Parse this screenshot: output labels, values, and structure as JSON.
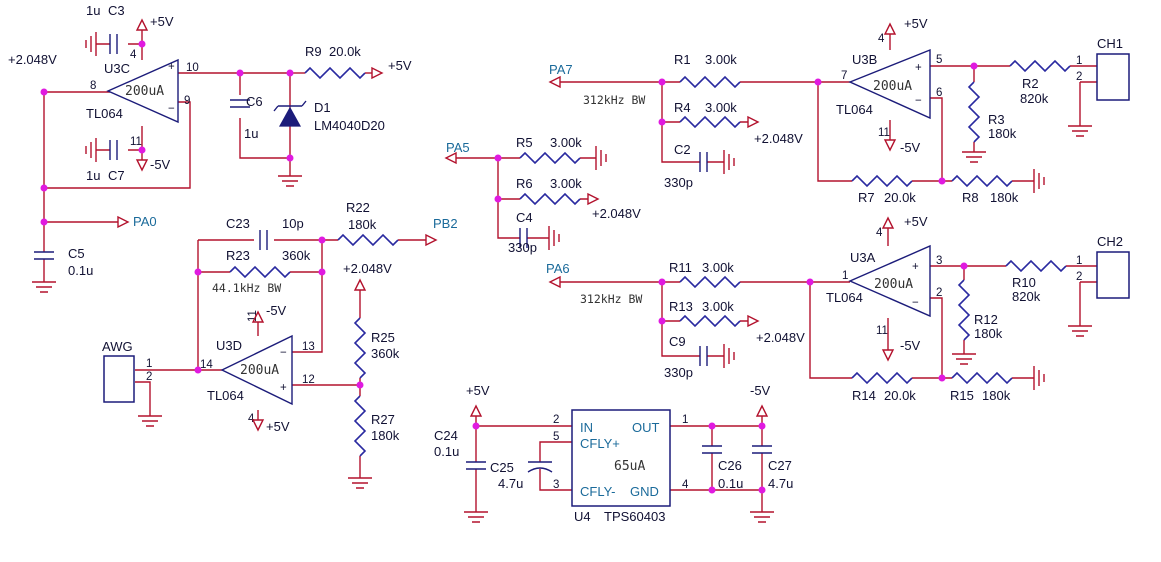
{
  "opamps": {
    "u3c": {
      "ref": "U3C",
      "part": "TL064",
      "current": "200uA",
      "pin_in_plus": "10",
      "pin_in_minus": "9",
      "pin_out": "8",
      "pin_vp": "4",
      "pin_vn": "11"
    },
    "u3d": {
      "ref": "U3D",
      "part": "TL064",
      "current": "200uA",
      "pin_in_plus": "12",
      "pin_in_minus": "13",
      "pin_out": "14",
      "pin_vp": "4",
      "pin_vn": "11"
    },
    "u3b": {
      "ref": "U3B",
      "part": "TL064",
      "current": "200uA",
      "pin_in_plus": "5",
      "pin_in_minus": "6",
      "pin_out": "7",
      "pin_vp": "4",
      "pin_vn": "11"
    },
    "u3a": {
      "ref": "U3A",
      "part": "TL064",
      "current": "200uA",
      "pin_in_plus": "3",
      "pin_in_minus": "2",
      "pin_out": "1",
      "pin_vp": "4",
      "pin_vn": "11"
    }
  },
  "resistors": {
    "r9": {
      "ref": "R9",
      "value": "20.0k"
    },
    "r22": {
      "ref": "R22",
      "value": "180k"
    },
    "r23": {
      "ref": "R23",
      "value": "360k"
    },
    "r25": {
      "ref": "R25",
      "value": "360k"
    },
    "r27": {
      "ref": "R27",
      "value": "180k"
    },
    "r5": {
      "ref": "R5",
      "value": "3.00k"
    },
    "r6": {
      "ref": "R6",
      "value": "3.00k"
    },
    "r1": {
      "ref": "R1",
      "value": "3.00k"
    },
    "r4": {
      "ref": "R4",
      "value": "3.00k"
    },
    "r7": {
      "ref": "R7",
      "value": "20.0k"
    },
    "r8": {
      "ref": "R8",
      "value": "180k"
    },
    "r2": {
      "ref": "R2",
      "value": "820k"
    },
    "r3": {
      "ref": "R3",
      "value": "180k"
    },
    "r11": {
      "ref": "R11",
      "value": "3.00k"
    },
    "r13": {
      "ref": "R13",
      "value": "3.00k"
    },
    "r14": {
      "ref": "R14",
      "value": "20.0k"
    },
    "r15": {
      "ref": "R15",
      "value": "180k"
    },
    "r10": {
      "ref": "R10",
      "value": "820k"
    },
    "r12": {
      "ref": "R12",
      "value": "180k"
    }
  },
  "capacitors": {
    "c3": {
      "ref": "C3",
      "value": "1u"
    },
    "c7": {
      "ref": "C7",
      "value": "1u"
    },
    "c6": {
      "ref": "C6",
      "value": "1u"
    },
    "c5": {
      "ref": "C5",
      "value": "0.1u"
    },
    "c23": {
      "ref": "C23",
      "value": "10p"
    },
    "c4": {
      "ref": "C4",
      "value": "330p"
    },
    "c2": {
      "ref": "C2",
      "value": "330p"
    },
    "c9": {
      "ref": "C9",
      "value": "330p"
    },
    "c24": {
      "ref": "C24",
      "value": "0.1u"
    },
    "c25": {
      "ref": "C25",
      "value": "4.7u"
    },
    "c26": {
      "ref": "C26",
      "value": "0.1u"
    },
    "c27": {
      "ref": "C27",
      "value": "4.7u"
    }
  },
  "diode": {
    "ref": "D1",
    "part": "LM4040D20"
  },
  "regulator": {
    "ref": "U4",
    "part": "TPS60403",
    "current": "65uA",
    "pin_in": "IN",
    "pin_out": "OUT",
    "pin_cfly_plus": "CFLY+",
    "pin_cfly_minus": "CFLY-",
    "pin_gnd": "GND",
    "num_in": "2",
    "num_cfly_plus": "5",
    "num_cfly_minus": "3",
    "num_out": "1",
    "num_gnd": "4"
  },
  "connectors": {
    "awg": {
      "ref": "AWG",
      "pin1": "1",
      "pin2": "2"
    },
    "ch1": {
      "ref": "CH1",
      "pin1": "1",
      "pin2": "2"
    },
    "ch2": {
      "ref": "CH2",
      "pin1": "1",
      "pin2": "2"
    }
  },
  "nets": {
    "v2048": "+2.048V",
    "vp5": "+5V",
    "vn5": "-5V",
    "pa0": "PA0",
    "pa5": "PA5",
    "pa6": "PA6",
    "pa7": "PA7",
    "pb2": "PB2"
  },
  "notes": {
    "bw_pb2": "44.1kHz BW",
    "bw_pa7": "312kHz BW",
    "bw_pa6": "312kHz BW"
  },
  "colors": {
    "wire": "#b3122d",
    "resistor": "#2a2aa0",
    "device": "#1c1c7a",
    "junction": "#e01ae0",
    "net_label": "#1a6a9a",
    "text": "#111133"
  }
}
